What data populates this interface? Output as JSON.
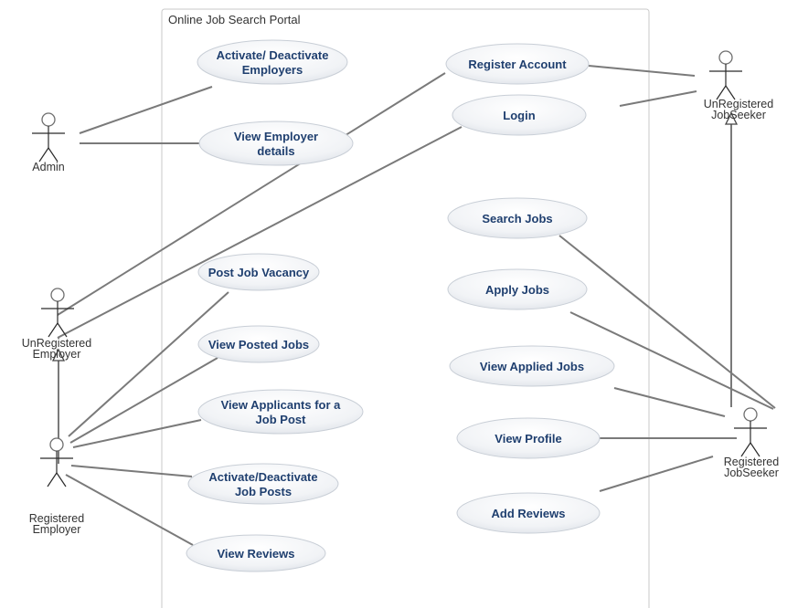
{
  "system": {
    "title": "Online Job Search Portal"
  },
  "actors": {
    "admin": {
      "lines": [
        "Admin"
      ]
    },
    "unregistered_employer": {
      "lines": [
        "UnRegistered",
        "Employer"
      ]
    },
    "registered_employer": {
      "lines": [
        "Registered",
        "Employer"
      ]
    },
    "unregistered_jobseeker": {
      "lines": [
        "UnRegistered",
        "JobSeeker"
      ]
    },
    "registered_jobseeker": {
      "lines": [
        "Registered",
        "JobSeeker"
      ]
    }
  },
  "use_cases": {
    "activate_deactivate_employers": {
      "lines": [
        "Activate/ Deactivate",
        "Employers"
      ]
    },
    "view_employer_details": {
      "lines": [
        "View Employer",
        "details"
      ]
    },
    "register_account": {
      "lines": [
        "Register Account"
      ]
    },
    "login": {
      "lines": [
        "Login"
      ]
    },
    "search_jobs": {
      "lines": [
        "Search Jobs"
      ]
    },
    "apply_jobs": {
      "lines": [
        "Apply Jobs"
      ]
    },
    "view_applied_jobs": {
      "lines": [
        "View Applied Jobs"
      ]
    },
    "view_profile": {
      "lines": [
        "View Profile"
      ]
    },
    "add_reviews": {
      "lines": [
        "Add Reviews"
      ]
    },
    "post_job_vacancy": {
      "lines": [
        "Post Job Vacancy"
      ]
    },
    "view_posted_jobs": {
      "lines": [
        "View Posted Jobs"
      ]
    },
    "view_applicants": {
      "lines": [
        "View Applicants for a",
        "Job Post"
      ]
    },
    "activate_deactivate_job_posts": {
      "lines": [
        "Activate/Deactivate",
        "Job Posts"
      ]
    },
    "view_reviews": {
      "lines": [
        "View Reviews"
      ]
    }
  },
  "colors": {
    "use_case_text": "#1f3f6f",
    "line": "#7a7a7a",
    "boundary": "#c9c9c9"
  }
}
